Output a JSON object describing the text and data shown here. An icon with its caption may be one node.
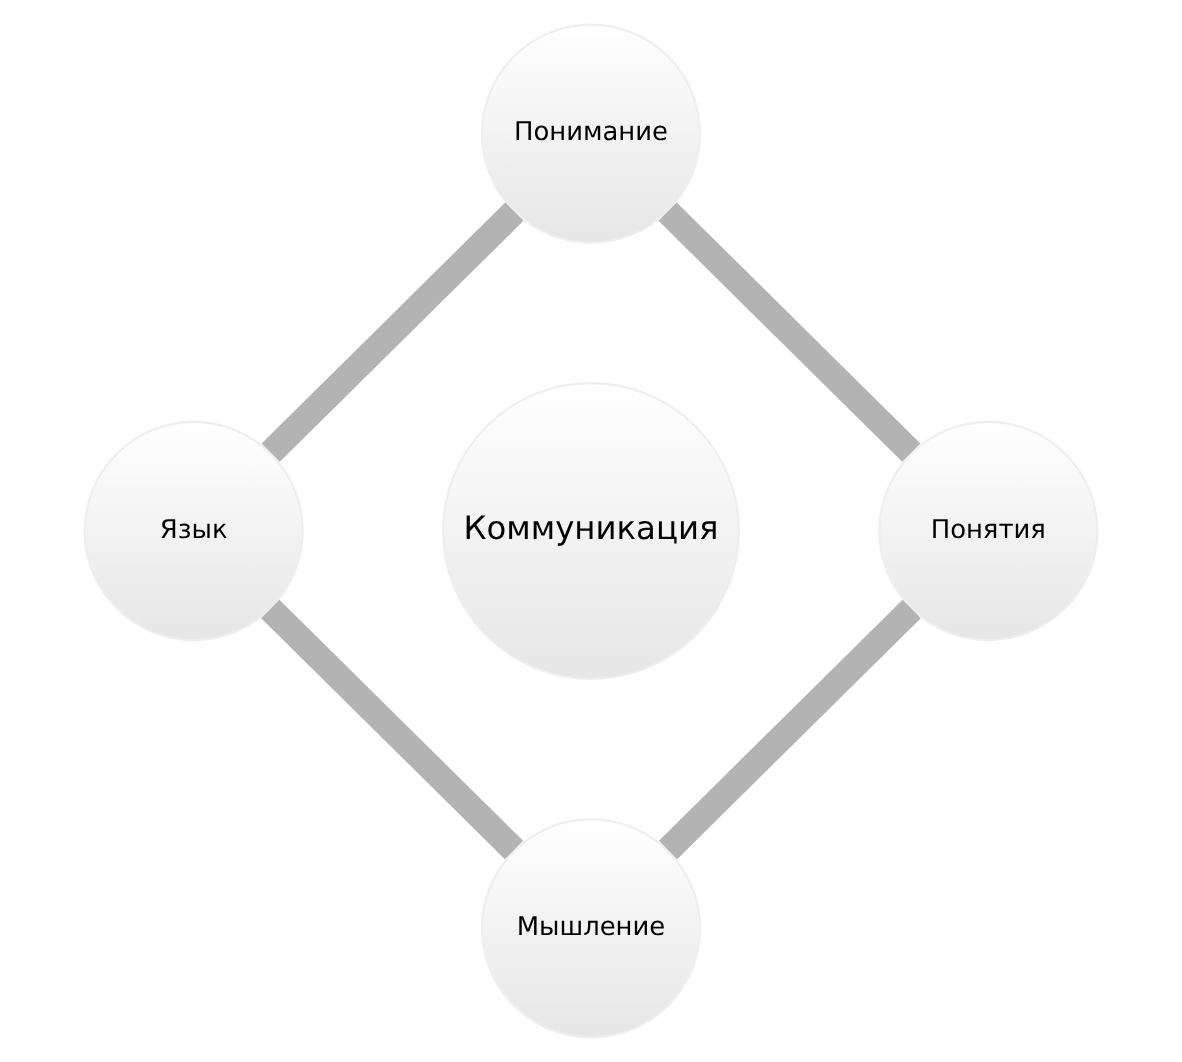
{
  "diagram": {
    "nodes": [
      {
        "text": [
          "Понимание"
        ]
      },
      {
        "text": [
          "Язык"
        ]
      },
      {
        "text": [
          "Коммуникация"
        ]
      },
      {
        "text": [
          "Понятия"
        ]
      },
      {
        "text": [
          "Мышление"
        ]
      }
    ],
    "edges": [
      {
        "from": 0,
        "to": 3,
        "arrow": "none"
      },
      {
        "from": 3,
        "to": 4,
        "arrow": "none"
      },
      {
        "from": 1,
        "to": 4,
        "arrow": "none"
      },
      {
        "from": 0,
        "to": 1,
        "arrow": "none"
      }
    ]
  }
}
